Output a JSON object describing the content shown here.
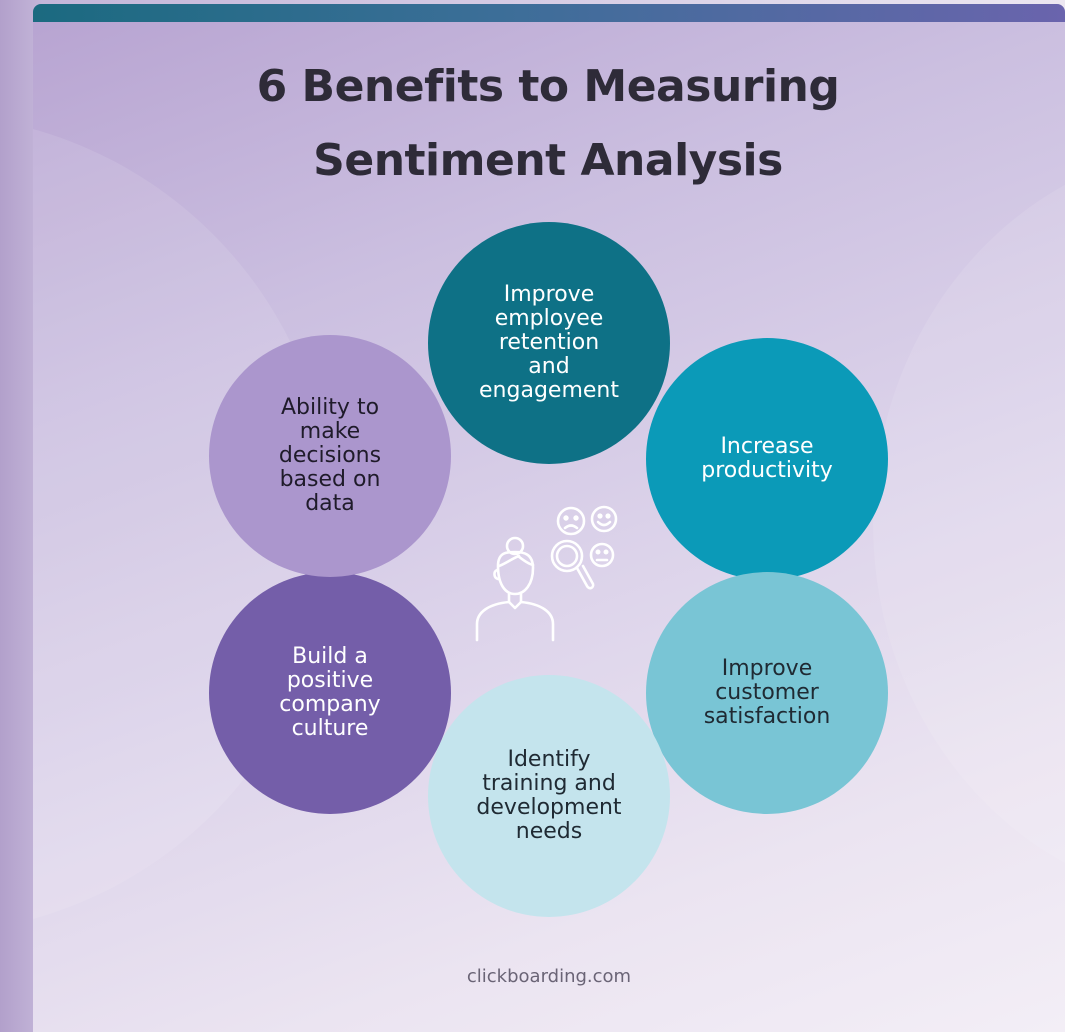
{
  "title": {
    "line1": "6 Benefits to Measuring",
    "line2": "Sentiment Analysis"
  },
  "benefits": [
    {
      "lines": [
        "Improve",
        "employee",
        "retention",
        "and",
        "engagement"
      ],
      "color": "#0e7186"
    },
    {
      "lines": [
        "Increase",
        "productivity"
      ],
      "color": "#0b9ab8"
    },
    {
      "lines": [
        "Improve",
        "customer",
        "satisfaction"
      ],
      "color": "#79c5d5"
    },
    {
      "lines": [
        "Identify",
        "training and",
        "development",
        "needs"
      ],
      "color": "#c4e4ed"
    },
    {
      "lines": [
        "Build a",
        "positive",
        "company",
        "culture"
      ],
      "color": "#745ea9"
    },
    {
      "lines": [
        "Ability to",
        "make",
        "decisions",
        "based on",
        "data"
      ],
      "color": "#ab96cd"
    }
  ],
  "center_icon": "person-magnifier-emotions-icon",
  "footer": "clickboarding.com"
}
